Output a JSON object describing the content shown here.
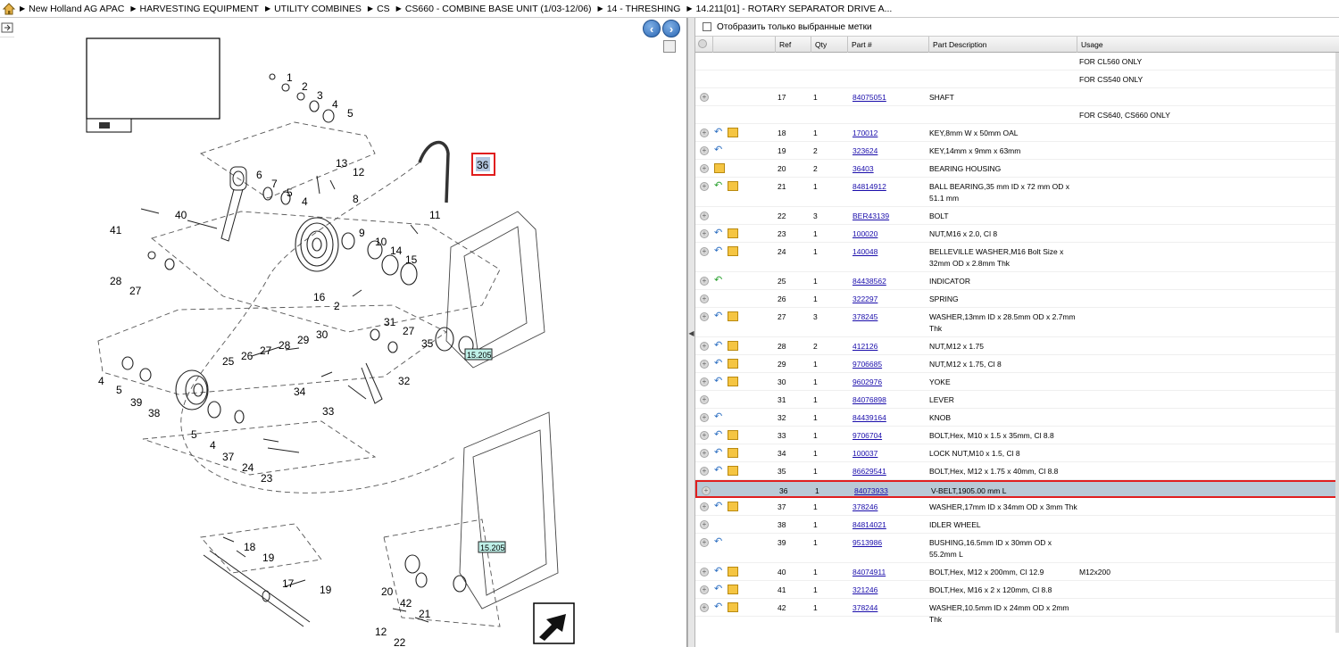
{
  "breadcrumb": {
    "items": [
      "New Holland AG APAC",
      "HARVESTING EQUIPMENT",
      "UTILITY COMBINES",
      "CS",
      "CS660 - COMBINE BASE UNIT (1/03-12/06)",
      "14 - THRESHING",
      "14.211[01] - ROTARY SEPARATOR DRIVE A..."
    ]
  },
  "filter": {
    "label": "Отобразить только выбранные метки"
  },
  "table": {
    "headers": [
      "Ref",
      "Qty",
      "Part #",
      "Part Description",
      "Usage"
    ],
    "rows": [
      {
        "ref": "",
        "qty": "",
        "part": "",
        "desc": "",
        "usage": "FOR CL560 ONLY",
        "icons": []
      },
      {
        "ref": "",
        "qty": "",
        "part": "",
        "desc": "",
        "usage": "FOR CS540 ONLY",
        "icons": []
      },
      {
        "ref": "17",
        "qty": "1",
        "part": "84075051",
        "desc": "SHAFT",
        "usage": "",
        "icons": []
      },
      {
        "ref": "",
        "qty": "",
        "part": "",
        "desc": "",
        "usage": "FOR CS640, CS660 ONLY",
        "icons": []
      },
      {
        "ref": "18",
        "qty": "1",
        "part": "170012",
        "desc": "KEY,8mm W x 50mm OAL",
        "usage": "",
        "icons": [
          "blue",
          "box"
        ]
      },
      {
        "ref": "19",
        "qty": "2",
        "part": "323624",
        "desc": "KEY,14mm x 9mm x 63mm",
        "usage": "",
        "icons": [
          "blue"
        ]
      },
      {
        "ref": "20",
        "qty": "2",
        "part": "36403",
        "desc": "BEARING HOUSING",
        "usage": "",
        "icons": [
          "box"
        ]
      },
      {
        "ref": "21",
        "qty": "1",
        "part": "84814912",
        "desc": "BALL BEARING,35 mm ID x 72 mm OD x 51.1 mm",
        "usage": "",
        "icons": [
          "green",
          "box"
        ]
      },
      {
        "ref": "22",
        "qty": "3",
        "part": "BER43139",
        "desc": "BOLT",
        "usage": "",
        "icons": []
      },
      {
        "ref": "23",
        "qty": "1",
        "part": "100020",
        "desc": "NUT,M16 x 2.0, Cl 8",
        "usage": "",
        "icons": [
          "blue",
          "box"
        ]
      },
      {
        "ref": "24",
        "qty": "1",
        "part": "140048",
        "desc": "BELLEVILLE WASHER,M16 Bolt Size x 32mm OD x 2.8mm Thk",
        "usage": "",
        "icons": [
          "blue",
          "box"
        ]
      },
      {
        "ref": "25",
        "qty": "1",
        "part": "84438562",
        "desc": "INDICATOR",
        "usage": "",
        "icons": [
          "green"
        ]
      },
      {
        "ref": "26",
        "qty": "1",
        "part": "322297",
        "desc": "SPRING",
        "usage": "",
        "icons": []
      },
      {
        "ref": "27",
        "qty": "3",
        "part": "378245",
        "desc": "WASHER,13mm ID x 28.5mm OD x 2.7mm Thk",
        "usage": "",
        "icons": [
          "blue",
          "box"
        ]
      },
      {
        "ref": "28",
        "qty": "2",
        "part": "412126",
        "desc": "NUT,M12 x 1.75",
        "usage": "",
        "icons": [
          "blue",
          "box"
        ]
      },
      {
        "ref": "29",
        "qty": "1",
        "part": "9706685",
        "desc": "NUT,M12 x 1.75, Cl 8",
        "usage": "",
        "icons": [
          "blue",
          "box"
        ]
      },
      {
        "ref": "30",
        "qty": "1",
        "part": "9602976",
        "desc": "YOKE",
        "usage": "",
        "icons": [
          "blue",
          "box"
        ]
      },
      {
        "ref": "31",
        "qty": "1",
        "part": "84076898",
        "desc": "LEVER",
        "usage": "",
        "icons": []
      },
      {
        "ref": "32",
        "qty": "1",
        "part": "84439164",
        "desc": "KNOB",
        "usage": "",
        "icons": [
          "blue"
        ]
      },
      {
        "ref": "33",
        "qty": "1",
        "part": "9706704",
        "desc": "BOLT,Hex, M10 x 1.5 x 35mm, Cl 8.8",
        "usage": "",
        "icons": [
          "blue",
          "box"
        ]
      },
      {
        "ref": "34",
        "qty": "1",
        "part": "100037",
        "desc": "LOCK NUT,M10 x 1.5, Cl 8",
        "usage": "",
        "icons": [
          "blue",
          "box"
        ]
      },
      {
        "ref": "35",
        "qty": "1",
        "part": "86629541",
        "desc": "BOLT,Hex, M12 x 1.75 x 40mm, Cl 8.8",
        "usage": "",
        "icons": [
          "blue",
          "box"
        ]
      },
      {
        "ref": "36",
        "qty": "1",
        "part": "84073933",
        "desc": "V-BELT,1905.00 mm L",
        "usage": "",
        "icons": [],
        "selected": true
      },
      {
        "ref": "37",
        "qty": "1",
        "part": "378246",
        "desc": "WASHER,17mm ID x 34mm OD x 3mm Thk",
        "usage": "",
        "icons": [
          "blue",
          "box"
        ]
      },
      {
        "ref": "38",
        "qty": "1",
        "part": "84814021",
        "desc": "IDLER WHEEL",
        "usage": "",
        "icons": []
      },
      {
        "ref": "39",
        "qty": "1",
        "part": "9513986",
        "desc": "BUSHING,16.5mm ID x 30mm OD x 55.2mm L",
        "usage": "",
        "icons": [
          "blue"
        ]
      },
      {
        "ref": "40",
        "qty": "1",
        "part": "84074911",
        "desc": "BOLT,Hex, M12 x 200mm, Cl 12.9",
        "usage": "M12x200",
        "icons": [
          "blue",
          "box"
        ]
      },
      {
        "ref": "41",
        "qty": "1",
        "part": "321246",
        "desc": "BOLT,Hex, M16 x 2 x 120mm, Cl 8.8",
        "usage": "",
        "icons": [
          "blue",
          "box"
        ]
      },
      {
        "ref": "42",
        "qty": "1",
        "part": "378244",
        "desc": "WASHER,10.5mm ID x 24mm OD x 2mm Thk",
        "usage": "",
        "icons": [
          "blue",
          "box"
        ]
      }
    ]
  },
  "diagram": {
    "callouts": [
      "1",
      "2",
      "3",
      "4",
      "5",
      "6",
      "7",
      "5",
      "4",
      "13",
      "12",
      "8",
      "9",
      "10",
      "14",
      "15",
      "11",
      "40",
      "41",
      "28",
      "27",
      "16",
      "2",
      "25",
      "26",
      "27",
      "28",
      "29",
      "30",
      "31",
      "27",
      "35",
      "34",
      "32",
      "33",
      "4",
      "5",
      "39",
      "38",
      "5",
      "4",
      "37",
      "24",
      "23",
      "18",
      "19",
      "17",
      "19",
      "20",
      "42",
      "21",
      "12",
      "22"
    ],
    "selected_callout": "36",
    "tag_label": "15.205"
  }
}
